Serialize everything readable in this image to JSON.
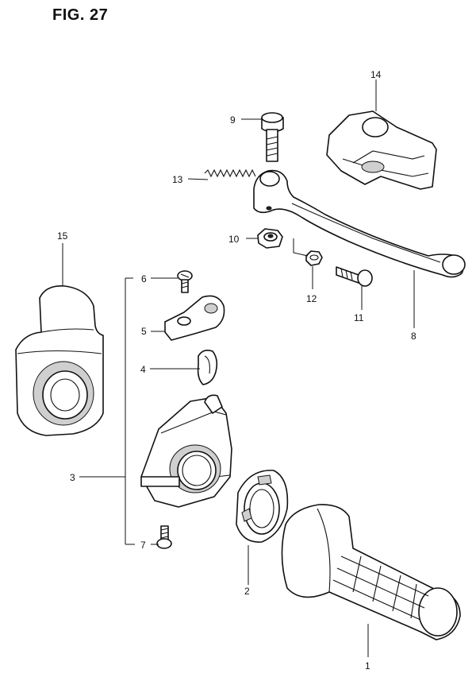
{
  "figure": {
    "title": "FIG. 27"
  },
  "callouts": {
    "c1": "1",
    "c2": "2",
    "c3": "3",
    "c4": "4",
    "c5": "5",
    "c6": "6",
    "c7": "7",
    "c8": "8",
    "c9": "9",
    "c10": "10",
    "c11": "11",
    "c12": "12",
    "c13": "13",
    "c14": "14",
    "c15": "15"
  }
}
